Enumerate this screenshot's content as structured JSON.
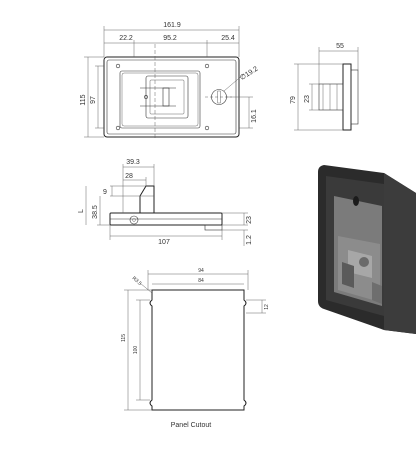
{
  "front_view": {
    "dim_overall_width": "161.9",
    "dim_left_offset": "22.2",
    "dim_center": "95.2",
    "dim_right_offset": "25.4",
    "dim_overall_height": "115",
    "dim_inner_height": "97",
    "dim_hole": "∅19.2",
    "dim_hole_offset": "16.1"
  },
  "side_view": {
    "dim_depth": "55",
    "dim_height": "79",
    "dim_small": "23"
  },
  "section_view": {
    "dim_top": "39.3",
    "dim_28": "28",
    "dim_9": "9",
    "dim_38_5": "38.5",
    "dim_L": "L",
    "dim_23": "23",
    "dim_1_2": "1.2",
    "dim_107": "107"
  },
  "cutout_view": {
    "dim_94": "94",
    "dim_84": "84",
    "dim_r": "R3.5",
    "dim_12": "12",
    "dim_115": "115",
    "dim_100": "100",
    "caption": "Panel Cutout"
  },
  "icons": [
    "latch-handle-icon",
    "keyhole-icon"
  ]
}
